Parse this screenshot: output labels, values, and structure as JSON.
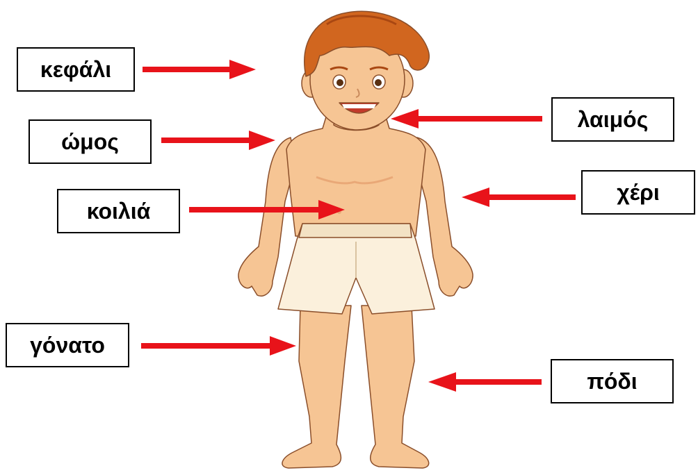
{
  "colors": {
    "arrow": "#e8131a",
    "skin": "#f6c594",
    "skin_shadow": "#e9a877",
    "hair": "#d1661f",
    "hair_dark": "#a94712",
    "shorts": "#fbf0dc",
    "shorts_shadow": "#e8d5b5",
    "outline": "#8a4e2a"
  },
  "labels": {
    "head": "κεφάλι",
    "shoulder": "ώμος",
    "belly": "κοιλιά",
    "knee": "γόνατο",
    "neck": "λαιμός",
    "arm": "χέρι",
    "leg": "πόδι"
  }
}
